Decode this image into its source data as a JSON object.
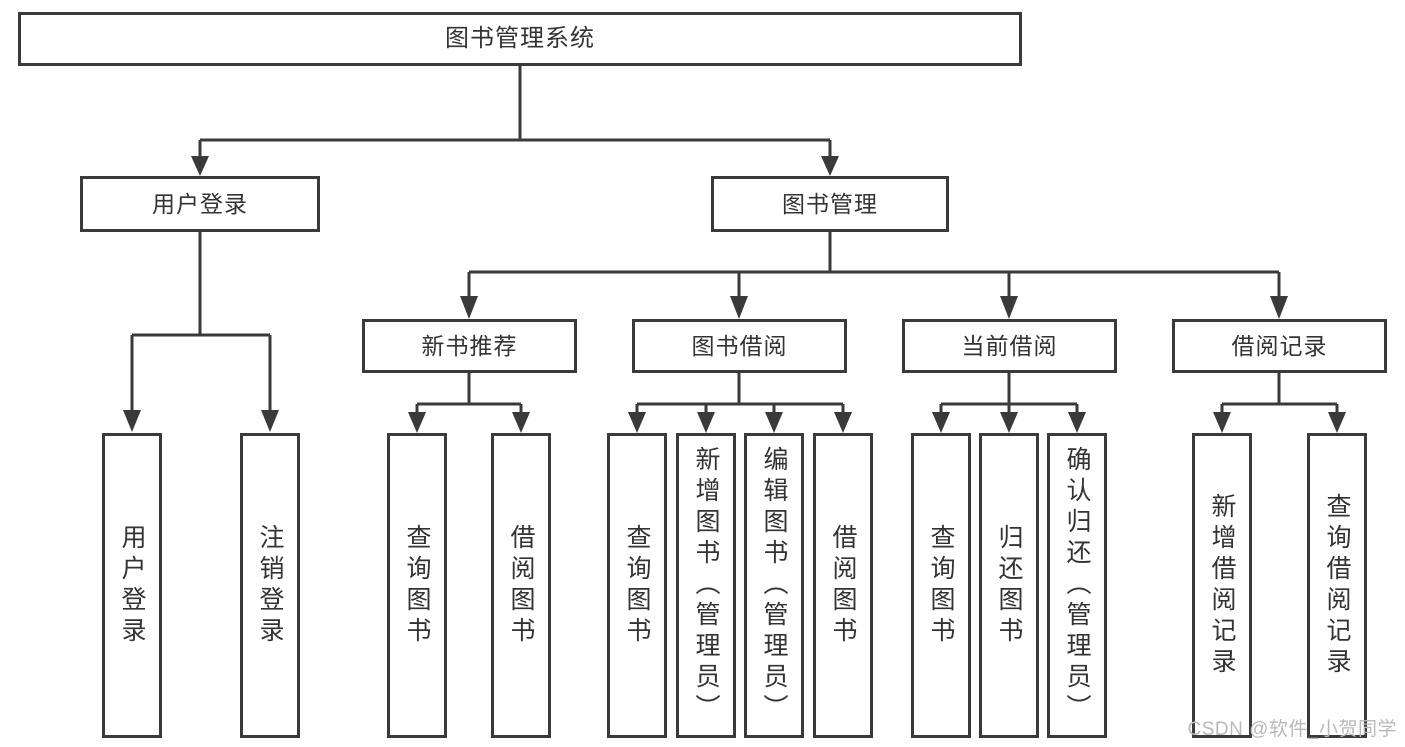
{
  "diagram": {
    "type": "tree",
    "title": "图书管理系统",
    "watermark": "CSDN @软件_小贺同学",
    "colors": {
      "stroke": "#3a3a3a",
      "text": "#333333",
      "background": "#ffffff",
      "watermark": "#b9b9b9"
    },
    "nodes": {
      "root": {
        "label": "图书管理系统"
      },
      "level2": [
        {
          "id": "user-login",
          "label": "用户登录"
        },
        {
          "id": "book-management",
          "label": "图书管理"
        }
      ],
      "level3": [
        {
          "id": "new-book-recommend",
          "label": "新书推荐"
        },
        {
          "id": "book-borrow",
          "label": "图书借阅"
        },
        {
          "id": "current-borrow",
          "label": "当前借阅"
        },
        {
          "id": "borrow-record",
          "label": "借阅记录"
        }
      ],
      "leaves": {
        "user_login": [
          {
            "id": "leaf-user-login",
            "label": "用户登录"
          },
          {
            "id": "leaf-logout-login",
            "label": "注销登录"
          }
        ],
        "new_book_recommend": [
          {
            "id": "leaf-query-book-1",
            "label": "查询图书"
          },
          {
            "id": "leaf-borrow-book-1",
            "label": "借阅图书"
          }
        ],
        "book_borrow": [
          {
            "id": "leaf-query-book-2",
            "label": "查询图书"
          },
          {
            "id": "leaf-add-book",
            "label": "新增图书（管理员）"
          },
          {
            "id": "leaf-edit-book",
            "label": "编辑图书（管理员）"
          },
          {
            "id": "leaf-borrow-book-2",
            "label": "借阅图书"
          }
        ],
        "current_borrow": [
          {
            "id": "leaf-query-book-3",
            "label": "查询图书"
          },
          {
            "id": "leaf-return-book",
            "label": "归还图书"
          },
          {
            "id": "leaf-confirm-return",
            "label": "确认归还（管理员）"
          }
        ],
        "borrow_record": [
          {
            "id": "leaf-add-record",
            "label": "新增借阅记录"
          },
          {
            "id": "leaf-query-record",
            "label": "查询借阅记录"
          }
        ]
      }
    }
  }
}
